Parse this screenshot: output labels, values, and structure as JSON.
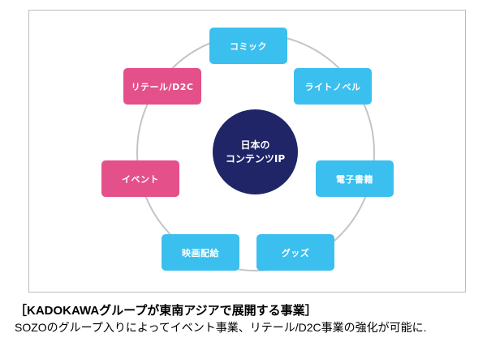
{
  "diagram": {
    "center": {
      "line1": "日本の",
      "line2": "コンテンツIP"
    },
    "nodes": [
      {
        "label": "コミック",
        "color": "#3bbfee"
      },
      {
        "label": "ライトノベル",
        "color": "#3bbfee"
      },
      {
        "label": "電子書籍",
        "color": "#3bbfee"
      },
      {
        "label": "グッズ",
        "color": "#3bbfee"
      },
      {
        "label": "映画配給",
        "color": "#3bbfee"
      },
      {
        "label": "イベント",
        "color": "#e4508a"
      },
      {
        "label": "リテール/D2C",
        "color": "#e4508a"
      }
    ]
  },
  "caption": {
    "title": "［KADOKAWAグループが東南アジアで展開する事業］",
    "body": "SOZOのグループ入りによってイベント事業、リテール/D2C事業の強化が可能に."
  }
}
